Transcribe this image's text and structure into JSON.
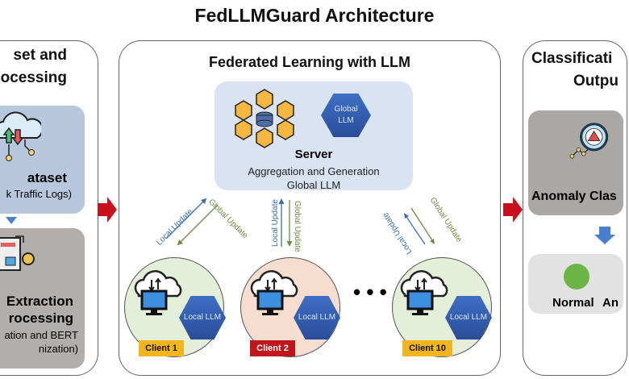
{
  "title": "FedLLMGuard Architecture",
  "left_panel": {
    "title_line1": "set and",
    "title_line2": "ocessing",
    "dataset": {
      "label": "ataset",
      "sub": "k Traffic Logs)"
    },
    "extraction": {
      "label": " Extraction",
      "label2": "rocessing",
      "sub1": "ation and BERT",
      "sub2": "nization)"
    }
  },
  "middle_panel": {
    "title": "Federated Learning with LLM",
    "server": {
      "label": "Server",
      "sub1": "Aggregation and Generation",
      "sub2": "Global LLM",
      "hex": "Global\nLLM"
    },
    "local_update": "Local Update",
    "global_update": "Global Update",
    "clients": [
      {
        "label": "Client 1",
        "hex": "Local LLM",
        "bg": "#e3efd9",
        "tag": "#f2b51c",
        "tagtext": "#111"
      },
      {
        "label": "Client 2",
        "hex": "Local LLM",
        "bg": "#f7ddd0",
        "tag": "#c0161b",
        "tagtext": "#fff"
      },
      {
        "label": "Client 10",
        "hex": "Local LLM",
        "bg": "#e3efd9",
        "tag": "#f2b51c",
        "tagtext": "#111"
      }
    ],
    "ellipsis": "• • •"
  },
  "right_panel": {
    "title_line1": "Classificati",
    "title_line2": "Outpu",
    "anomaly": "Anomaly Clas",
    "normal": "Normal",
    "anomalous": "An"
  },
  "colors": {
    "arrow_red": "#c8101c",
    "arrow_blue": "#4a7fd0",
    "local_update": "#3a6ea8",
    "global_update": "#6f8a45",
    "normal_green": "#6ab545"
  }
}
